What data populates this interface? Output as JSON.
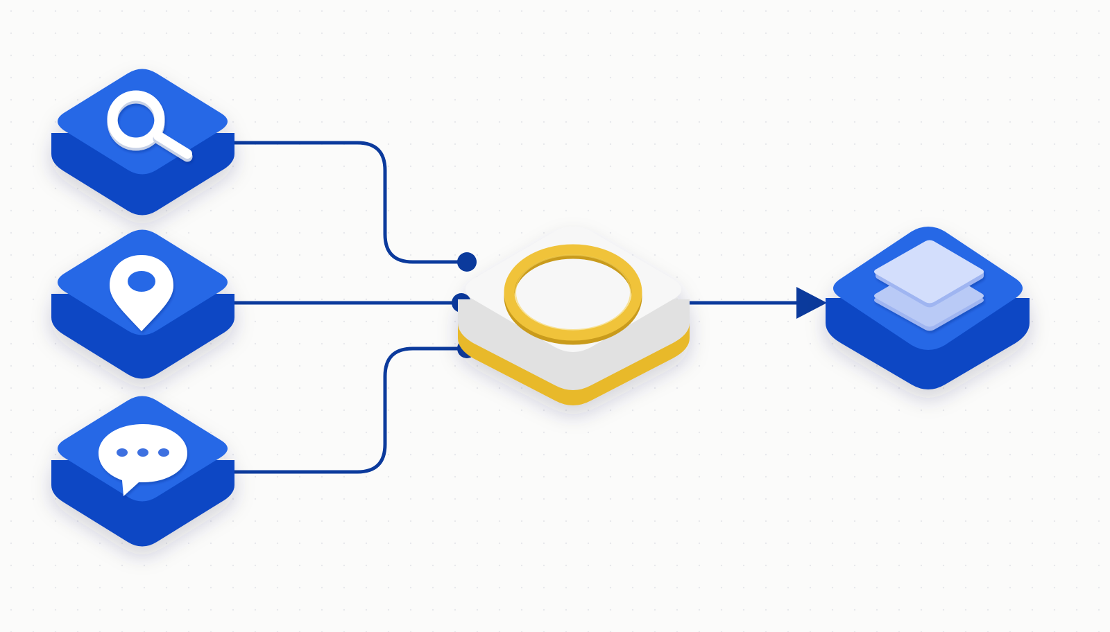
{
  "colors": {
    "background": "#fbfbfa",
    "dot_grid": "#e7e8ec",
    "tile_blue_top": "#2567e6",
    "tile_blue_side": "#0b47c4",
    "tile_blue_edge": "#1557d8",
    "connector": "#0b3a9c",
    "hub_top": "#f7f7f7",
    "hub_side": "#e1e1e1",
    "hub_gold": "#e8b92c",
    "icon_white": "#ffffff",
    "icon_shadow": "#c7d1e6",
    "layers_light": "#cdd9fb",
    "layers_shade": "#9fb5f1"
  },
  "nodes": [
    {
      "id": "search",
      "icon": "search-icon",
      "kind": "input"
    },
    {
      "id": "location",
      "icon": "location-pin-icon",
      "kind": "input"
    },
    {
      "id": "chat",
      "icon": "chat-bubble-icon",
      "kind": "input"
    },
    {
      "id": "hub",
      "icon": "ring-icon",
      "kind": "processor"
    },
    {
      "id": "output",
      "icon": "layers-icon",
      "kind": "output"
    }
  ],
  "edges": [
    {
      "from": "search",
      "to": "hub"
    },
    {
      "from": "location",
      "to": "hub"
    },
    {
      "from": "chat",
      "to": "hub"
    },
    {
      "from": "hub",
      "to": "output",
      "arrow": true
    }
  ]
}
